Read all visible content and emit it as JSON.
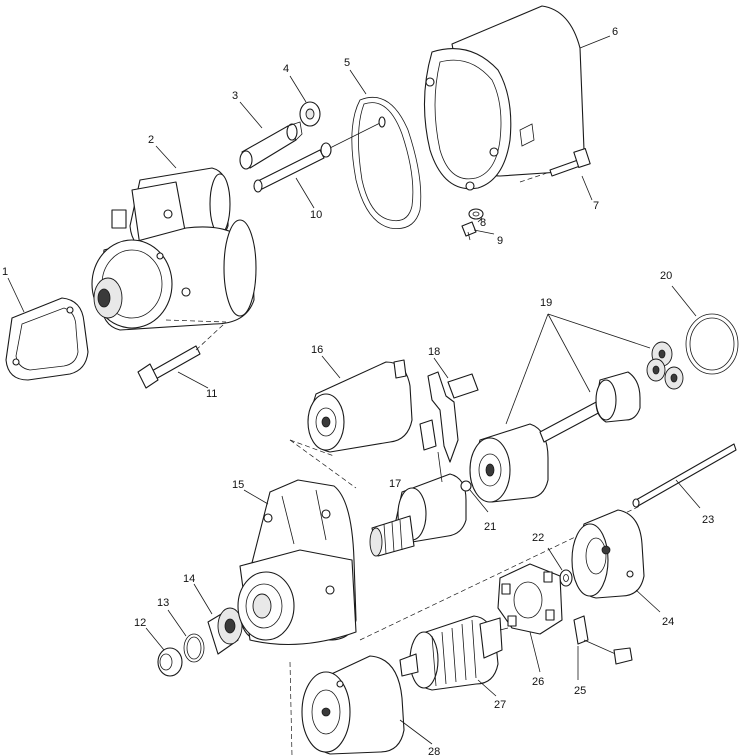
{
  "callouts": [
    "1",
    "2",
    "3",
    "4",
    "5",
    "6",
    "7",
    "8",
    "9",
    "10",
    "11",
    "12",
    "13",
    "14",
    "15",
    "16",
    "17",
    "18",
    "19",
    "20",
    "21",
    "22",
    "23",
    "24",
    "25",
    "26",
    "27",
    "28"
  ],
  "colors": {
    "line": "#1a1a1a",
    "background": "#ffffff"
  }
}
